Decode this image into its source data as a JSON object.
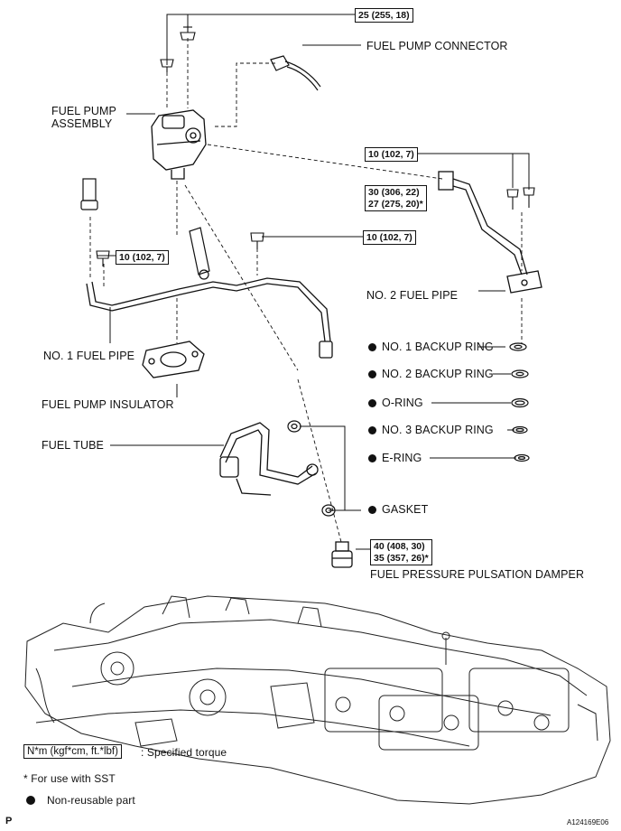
{
  "torque": {
    "top": "25 (255, 18)",
    "pipe_bolts": "10 (102, 7)",
    "no2_nut_1": "30 (306, 22)",
    "no2_nut_2": "27 (275, 20)*",
    "no1_pipe_bolt": "10 (102, 7)",
    "clamp_bolt": "10 (102, 7)",
    "damper_1": "40 (408, 30)",
    "damper_2": "35 (357, 26)*"
  },
  "labels": {
    "fuel_pump_connector": "FUEL PUMP CONNECTOR",
    "fuel_pump_assembly_1": "FUEL PUMP",
    "fuel_pump_assembly_2": "ASSEMBLY",
    "no2_fuel_pipe": "NO. 2 FUEL PIPE",
    "no1_fuel_pipe": "NO. 1 FUEL PIPE",
    "fuel_pump_insulator": "FUEL PUMP INSULATOR",
    "fuel_tube": "FUEL TUBE",
    "gasket": "GASKET",
    "damper": "FUEL PRESSURE PULSATION DAMPER"
  },
  "parts_list": [
    "NO. 1 BACKUP RING",
    "NO. 2 BACKUP RING",
    "O-RING",
    "NO. 3 BACKUP RING",
    "E-RING"
  ],
  "legend": {
    "torque_box": "N*m (kgf*cm, ft.*lbf)",
    "torque_text": ": Specified torque",
    "sst_note": "* For use with SST",
    "non_reusable": "Non-reusable part"
  },
  "footer": {
    "page_mark": "P",
    "figure_id": "A124169E06"
  }
}
